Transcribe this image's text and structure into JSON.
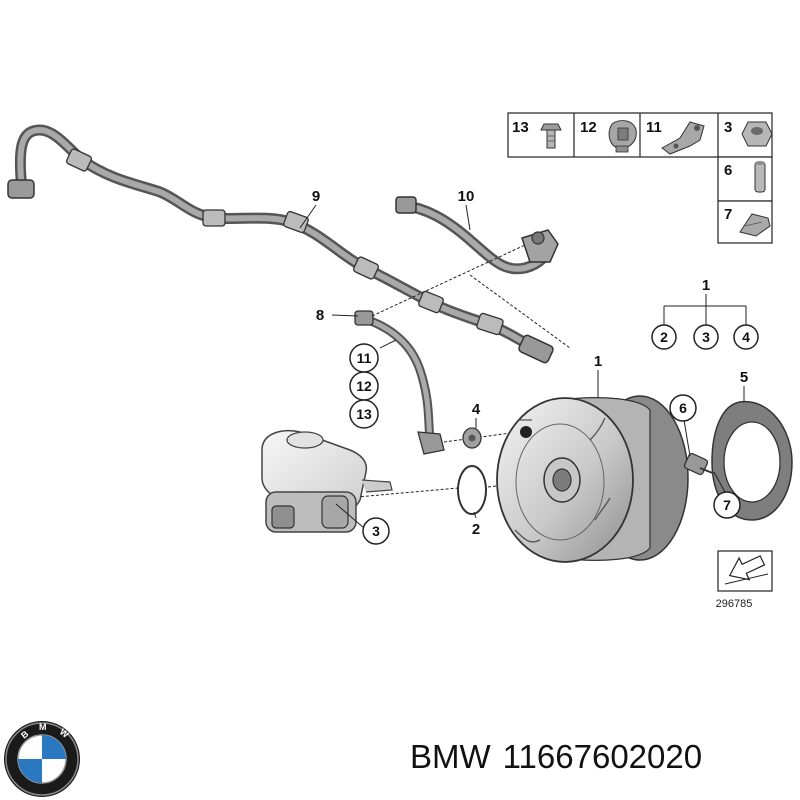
{
  "diagram": {
    "callouts": {
      "hose_main": "9",
      "hose_vacuum": "10",
      "adapter": "8",
      "booster": "1",
      "gasket": "2",
      "master_cylinder": "3",
      "grommet": "4",
      "seal_plate": "5",
      "bracket_pin": "6",
      "clip": "7",
      "group_1": "1",
      "group_2": "2",
      "group_3": "3",
      "group_4": "4",
      "sub_11": "11",
      "sub_12": "12",
      "sub_13": "13"
    },
    "legend": {
      "items": [
        "13",
        "12",
        "11",
        "3",
        "6",
        "7"
      ]
    },
    "reference_number": "296785"
  },
  "footer": {
    "brand": "BMW",
    "part_number": "11667602020",
    "logo_letters": "BMW"
  }
}
